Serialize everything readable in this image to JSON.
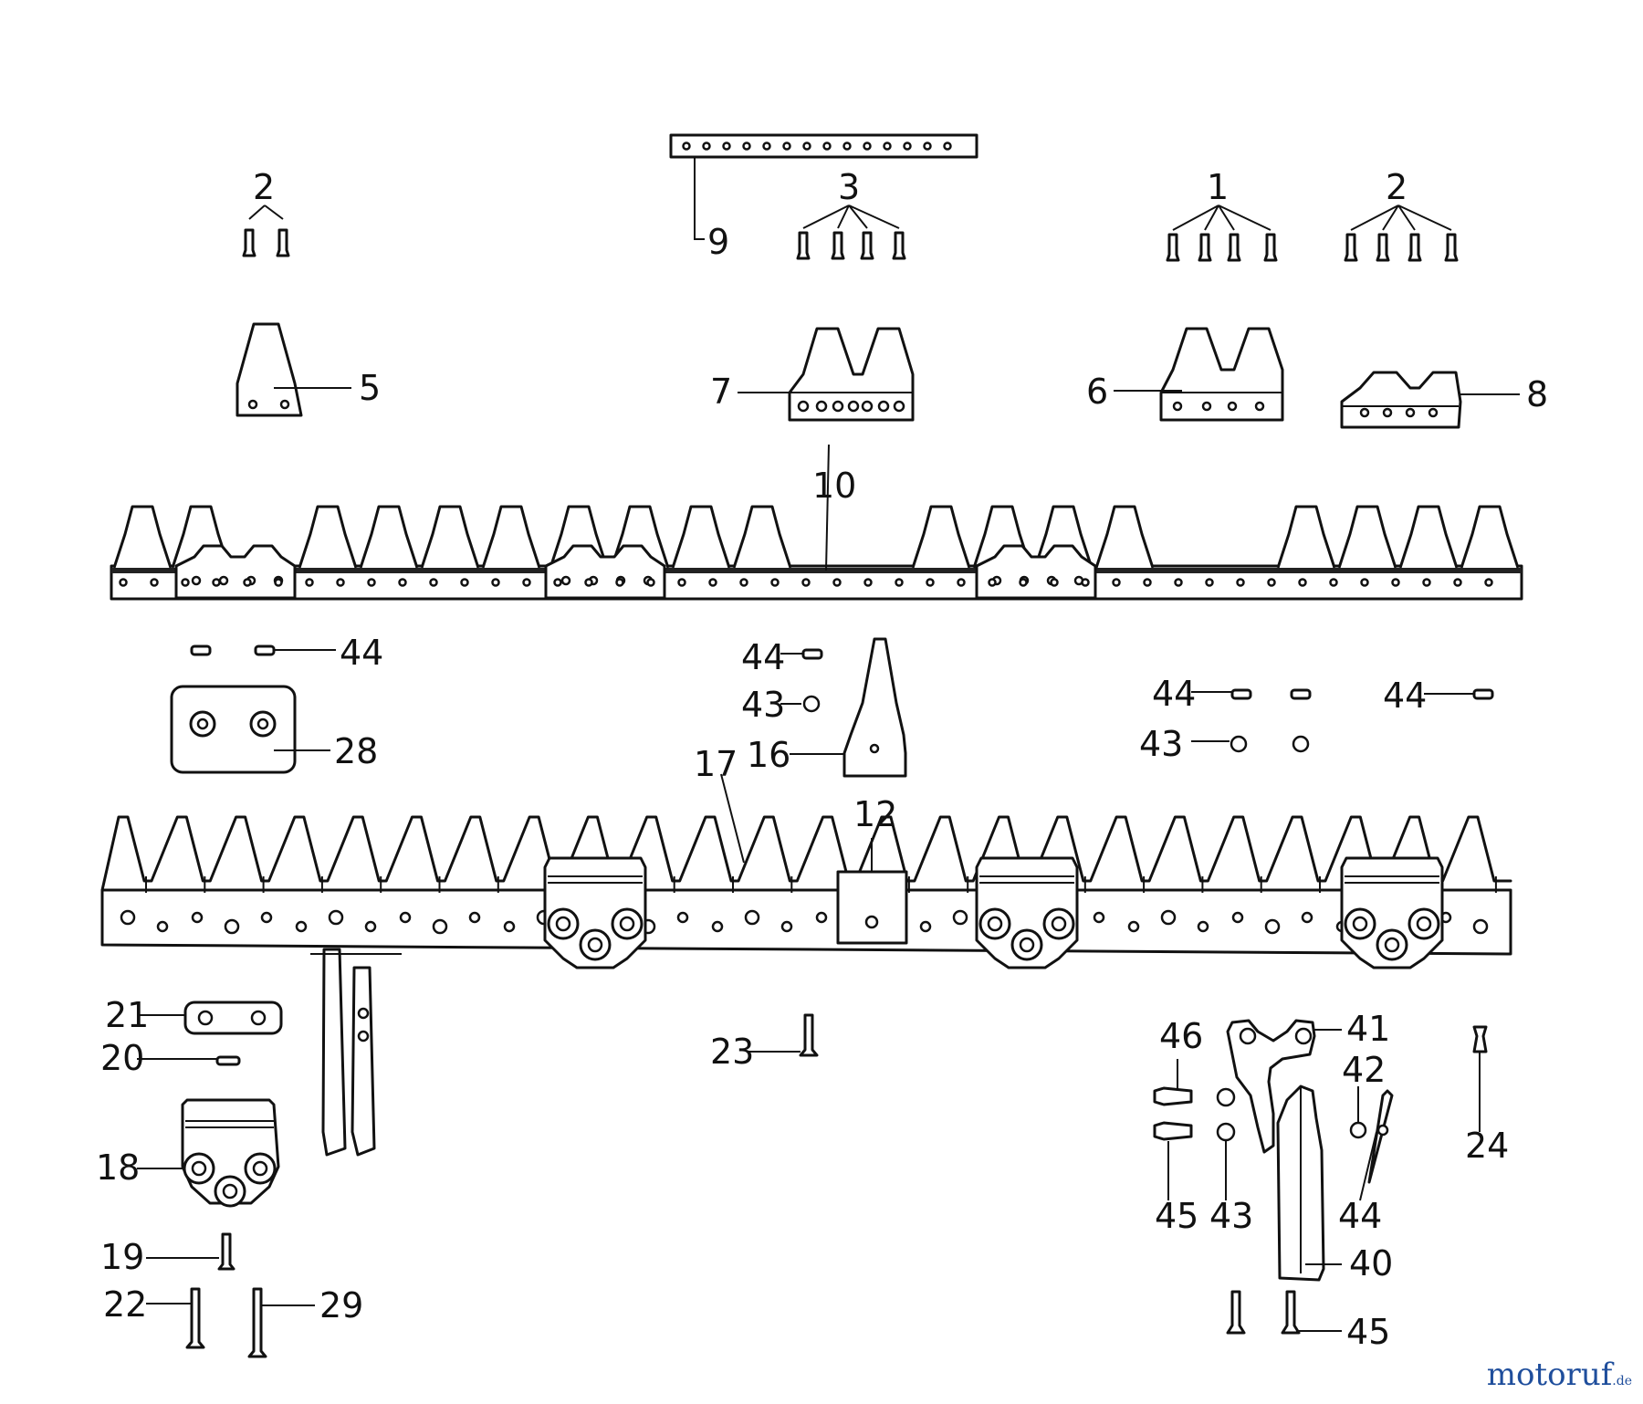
{
  "labels": {
    "l1": "1",
    "l2a": "2",
    "l2b": "2",
    "l3": "3",
    "l5": "5",
    "l6": "6",
    "l7": "7",
    "l8": "8",
    "l9": "9",
    "l10": "10",
    "l12": "12",
    "l16": "16",
    "l17": "17",
    "l18": "18",
    "l19": "19",
    "l20": "20",
    "l21": "21",
    "l22": "22",
    "l23": "23",
    "l24": "24",
    "l28": "28",
    "l29": "29",
    "l40": "40",
    "l41": "41",
    "l42": "42",
    "l43a": "43",
    "l43b": "43",
    "l43c": "43",
    "l44a": "44",
    "l44b": "44",
    "l44c": "44",
    "l44d": "44",
    "l44e": "44",
    "l45a": "45",
    "l45b": "45",
    "l46": "46"
  },
  "watermark": {
    "brand_main": "motoruf",
    "brand_accent": "",
    "tld": ".de"
  },
  "colors": {
    "line": "#111111",
    "brand_blue": "#1f4e9c",
    "brand_orange": "#e0701c"
  }
}
